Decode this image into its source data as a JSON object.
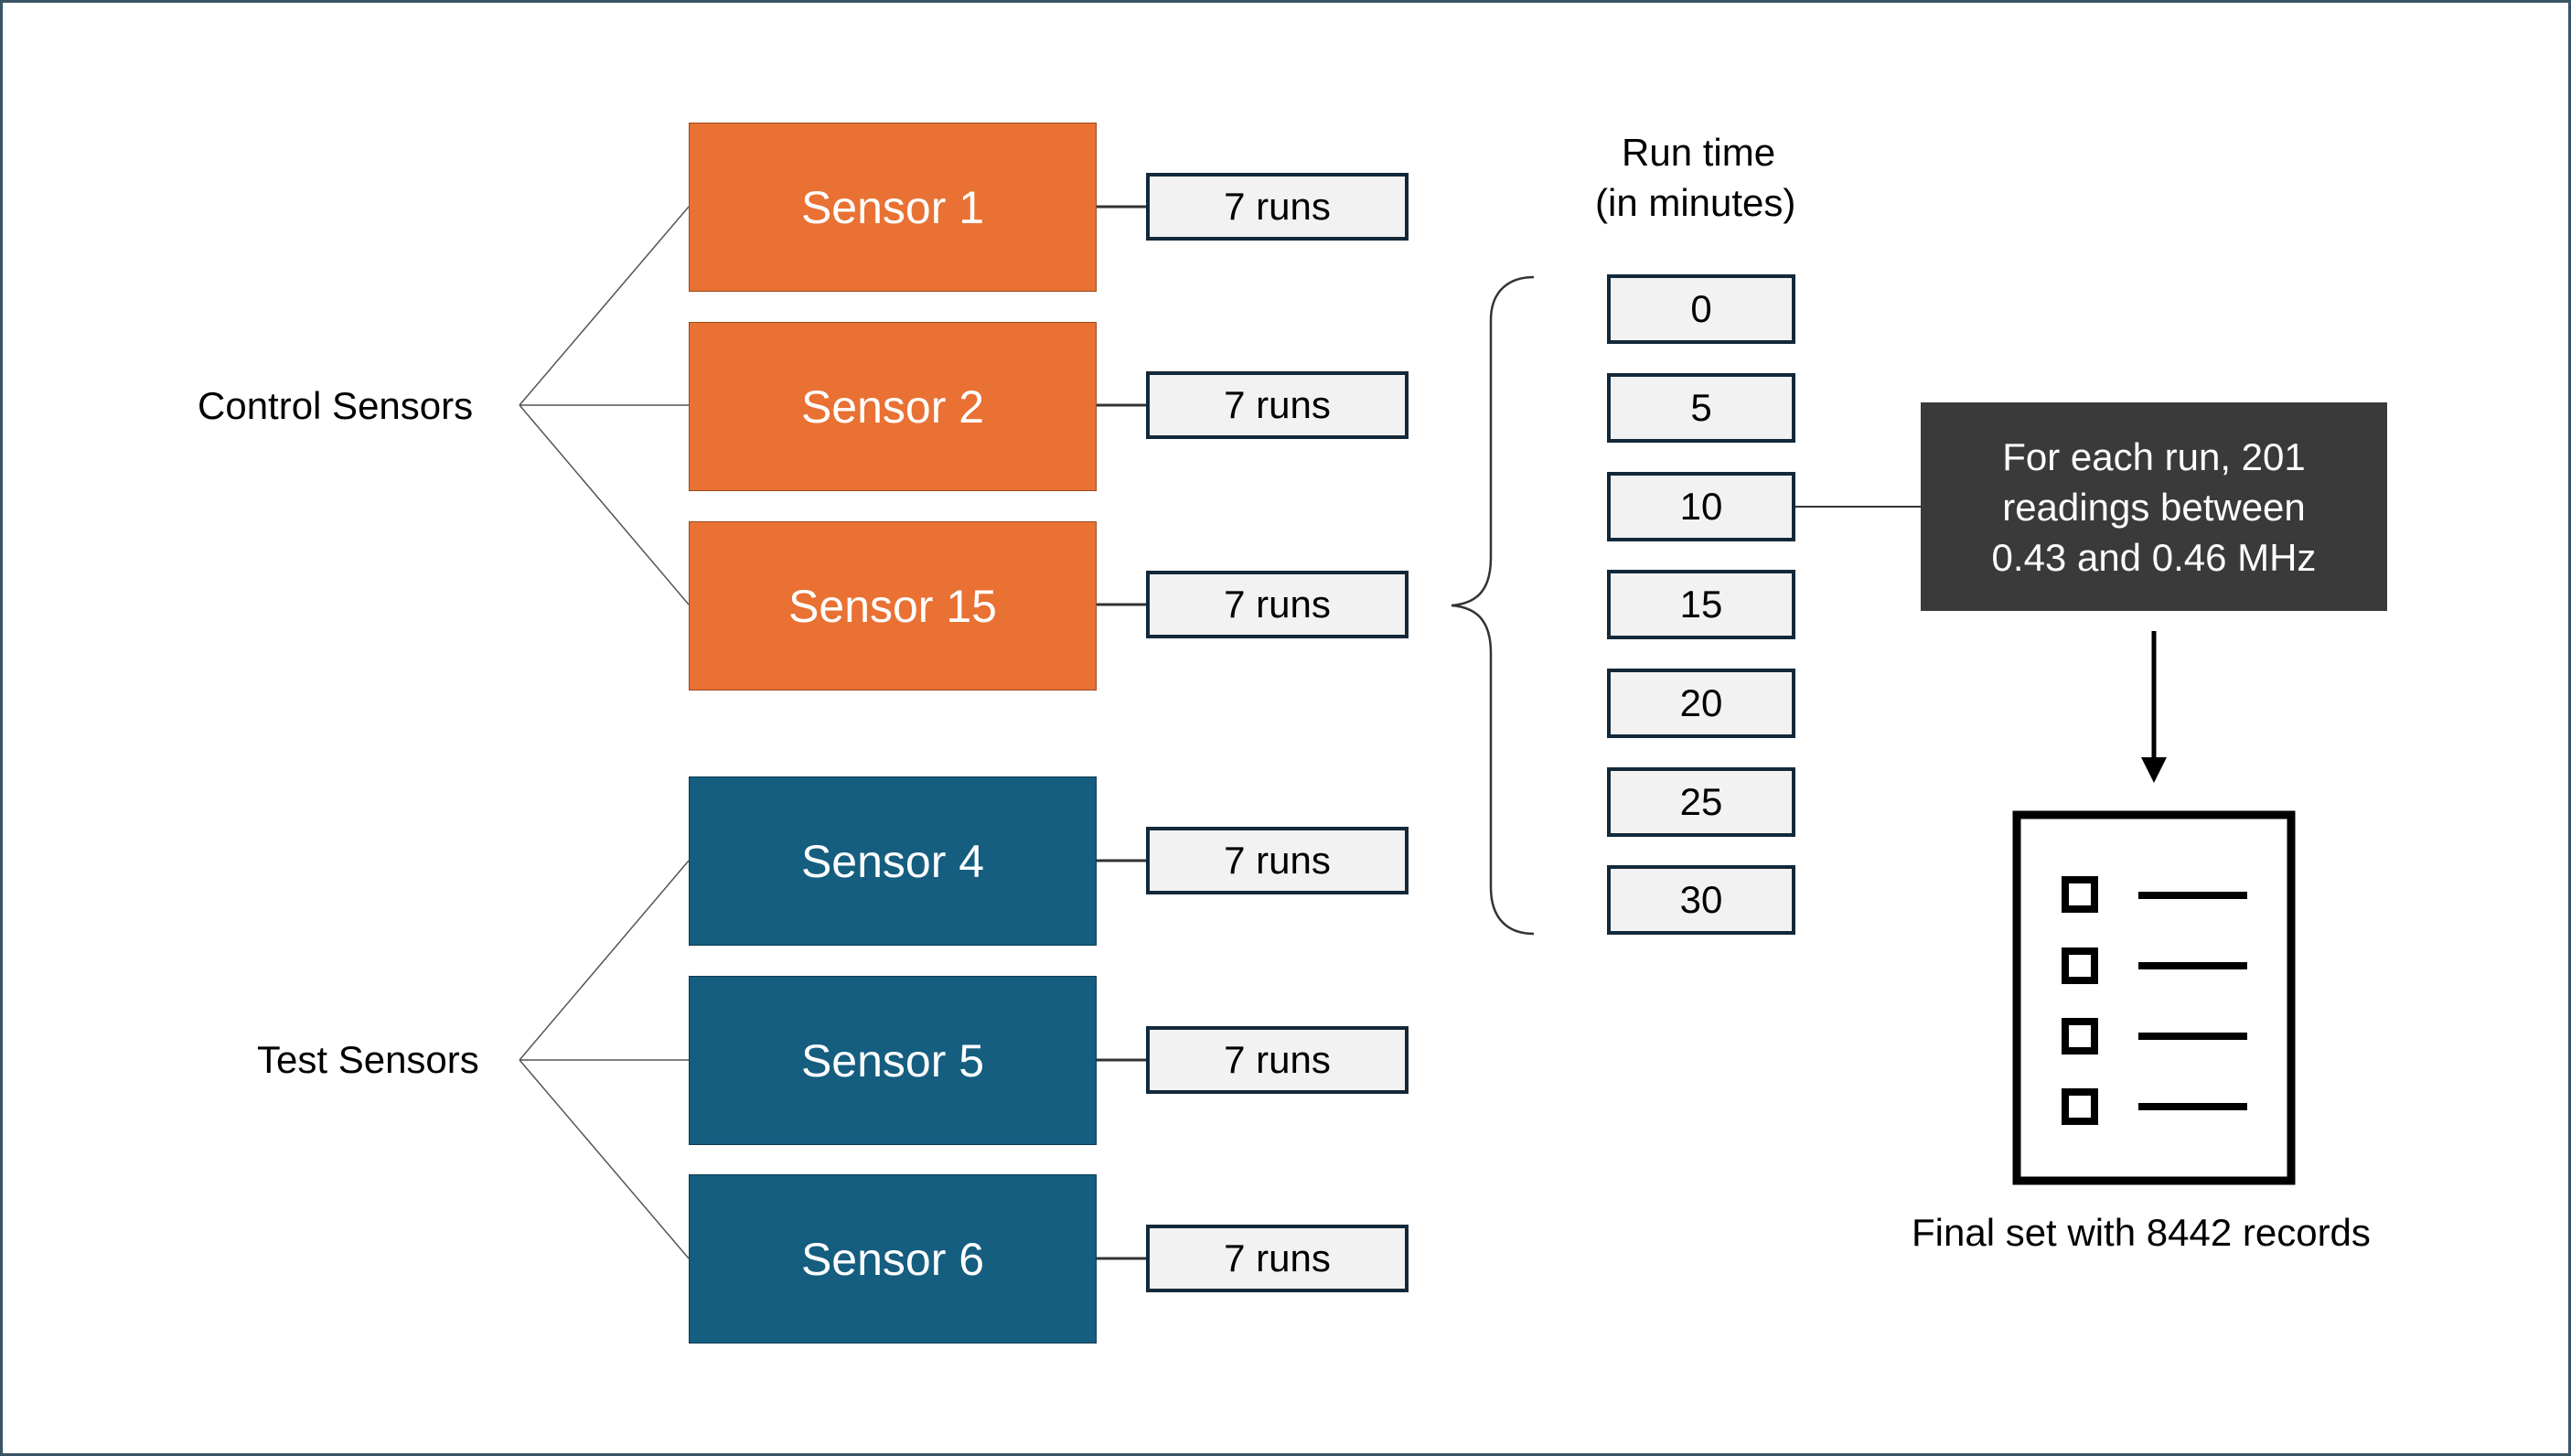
{
  "groups": {
    "control_label": "Control Sensors",
    "test_label": "Test Sensors"
  },
  "sensors": [
    {
      "label": "Sensor 1",
      "group": "control",
      "runs": "7 runs"
    },
    {
      "label": "Sensor 2",
      "group": "control",
      "runs": "7 runs"
    },
    {
      "label": "Sensor 15",
      "group": "control",
      "runs": "7 runs"
    },
    {
      "label": "Sensor 4",
      "group": "test",
      "runs": "7 runs"
    },
    {
      "label": "Sensor 5",
      "group": "test",
      "runs": "7 runs"
    },
    {
      "label": "Sensor 6",
      "group": "test",
      "runs": "7 runs"
    }
  ],
  "run_time": {
    "header_line1": "Run time",
    "header_line2": "(in minutes)",
    "values": [
      "0",
      "5",
      "10",
      "15",
      "20",
      "25",
      "30"
    ]
  },
  "readings_box": {
    "line1": "For each run, 201",
    "line2": "readings between",
    "line3": "0.43 and 0.46 MHz"
  },
  "final_set": {
    "icon": "checklist-document-icon",
    "caption": "Final set with 8442 records"
  },
  "colors": {
    "control": "#e87133",
    "test": "#155e80",
    "readings_box": "#3a3a3a",
    "run_box_border": "#13293a"
  }
}
